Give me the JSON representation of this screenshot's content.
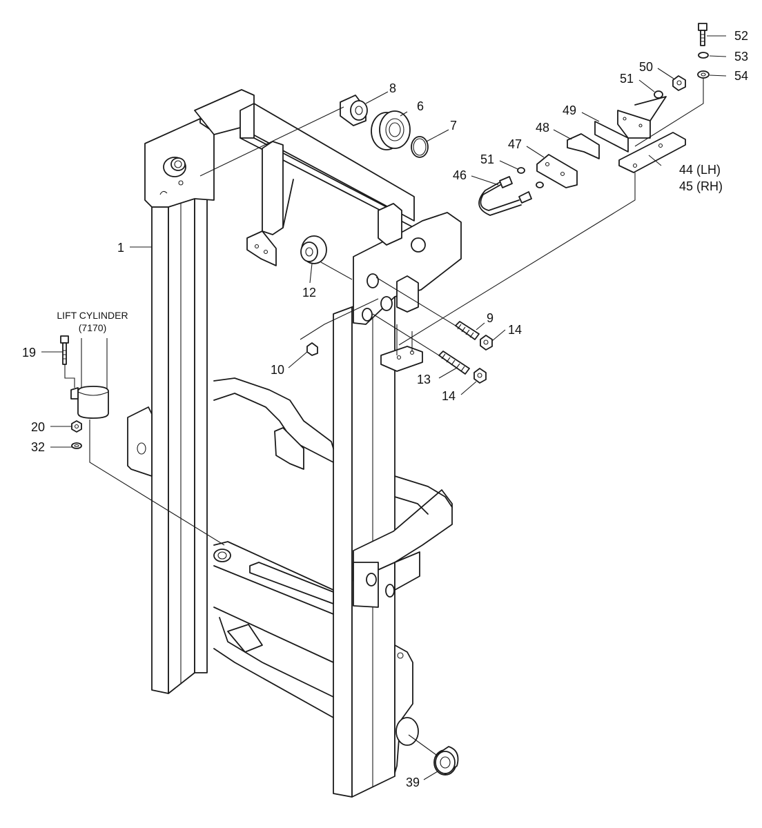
{
  "callouts": {
    "p1": "1",
    "p6": "6",
    "p7": "7",
    "p8": "8",
    "p9": "9",
    "p10": "10",
    "p12": "12",
    "p13": "13",
    "p14a": "14",
    "p14b": "14",
    "p19": "19",
    "p20": "20",
    "p32": "32",
    "p39": "39",
    "p44": "44 (LH)",
    "p45": "45 (RH)",
    "p46": "46",
    "p47": "47",
    "p48": "48",
    "p49": "49",
    "p50": "50",
    "p51a": "51",
    "p51b": "51",
    "p52": "52",
    "p53": "53",
    "p54": "54"
  },
  "lift_cylinder": {
    "label": "LIFT CYLINDER",
    "code": "(7170)"
  },
  "colors": {
    "line": "#1a1a1a",
    "background": "#ffffff",
    "shade": "#dcdcdc"
  }
}
